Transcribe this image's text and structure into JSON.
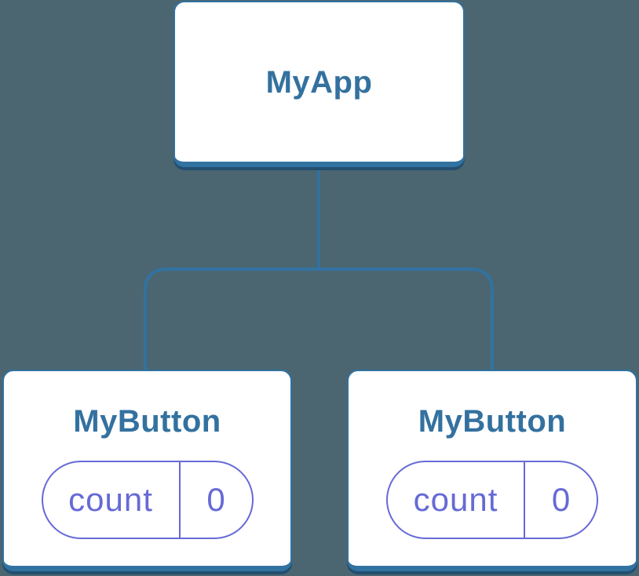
{
  "colors": {
    "background": "#4B6670",
    "card_background": "#FFFFFF",
    "connector": "#3172A1",
    "node_title": "#33719F",
    "card_shadow": "#234F70",
    "state_accent": "#666AD5"
  },
  "tree": {
    "root": {
      "label": "MyApp"
    },
    "children": [
      {
        "label": "MyButton",
        "state": {
          "key": "count",
          "value": "0"
        }
      },
      {
        "label": "MyButton",
        "state": {
          "key": "count",
          "value": "0"
        }
      }
    ]
  }
}
